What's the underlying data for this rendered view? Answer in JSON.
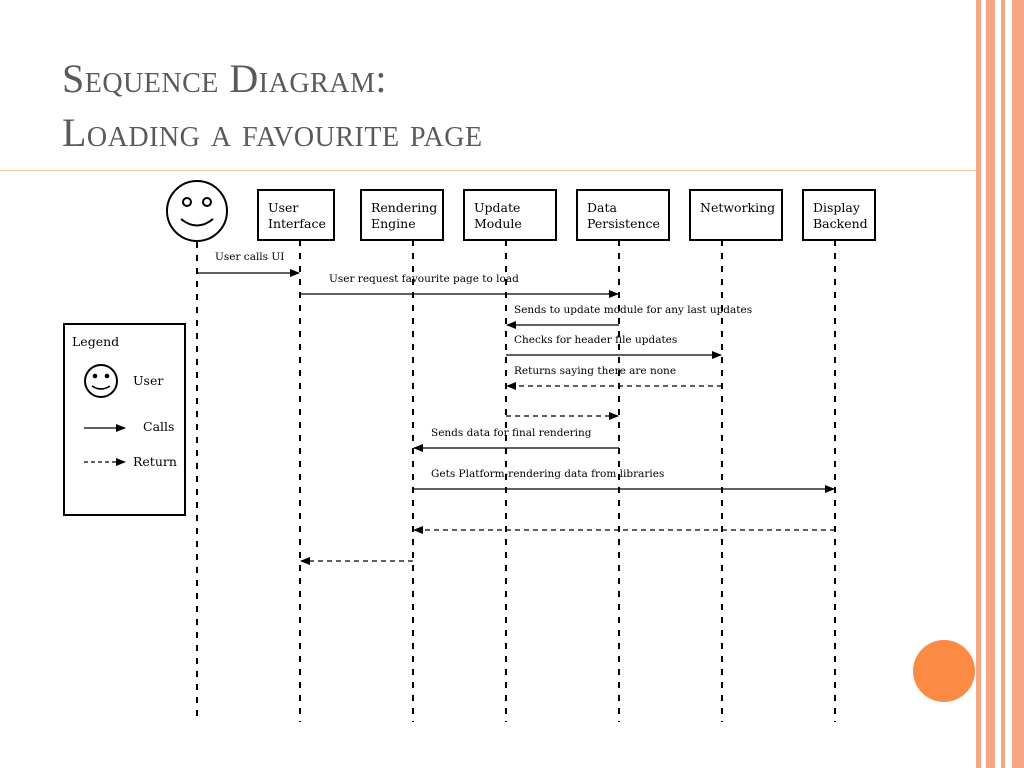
{
  "slide": {
    "title_line1": "Sequence Diagram:",
    "title_line2": "Loading a favourite page"
  },
  "participants": [
    {
      "id": "user",
      "label": "",
      "icon": "smiley-icon"
    },
    {
      "id": "ui",
      "label": [
        "User",
        "Interface"
      ]
    },
    {
      "id": "rendering",
      "label": [
        "Rendering",
        "Engine"
      ]
    },
    {
      "id": "update",
      "label": [
        "Update",
        "Module"
      ]
    },
    {
      "id": "persistence",
      "label": [
        "Data",
        "Persistence"
      ]
    },
    {
      "id": "networking",
      "label": [
        "Networking"
      ]
    },
    {
      "id": "display",
      "label": [
        "Display",
        "Backend"
      ]
    }
  ],
  "messages": [
    {
      "from": "user",
      "to": "ui",
      "label": "User calls UI",
      "kind": "call"
    },
    {
      "from": "ui",
      "to": "persistence",
      "label": "User request favourite page to load",
      "kind": "call"
    },
    {
      "from": "persistence",
      "to": "update",
      "label": "Sends to update module for any last updates",
      "kind": "call"
    },
    {
      "from": "update",
      "to": "networking",
      "label": "Checks for header file updates",
      "kind": "call"
    },
    {
      "from": "networking",
      "to": "update",
      "label": "Returns saying there are none",
      "kind": "return"
    },
    {
      "from": "update",
      "to": "persistence",
      "label": "",
      "kind": "return"
    },
    {
      "from": "persistence",
      "to": "rendering",
      "label": "Sends data for final rendering",
      "kind": "call"
    },
    {
      "from": "rendering",
      "to": "display",
      "label": "Gets Platform-rendering data from libraries",
      "kind": "call"
    },
    {
      "from": "display",
      "to": "rendering",
      "label": "",
      "kind": "return"
    },
    {
      "from": "rendering",
      "to": "ui",
      "label": "",
      "kind": "return"
    }
  ],
  "legend": {
    "title": "Legend",
    "user": "User",
    "calls": "Calls",
    "return": "Return"
  },
  "colors": {
    "accent": "#f4a582",
    "accent_circle": "#fb8a45",
    "title": "#5a5a5a",
    "ink": "#000000"
  }
}
